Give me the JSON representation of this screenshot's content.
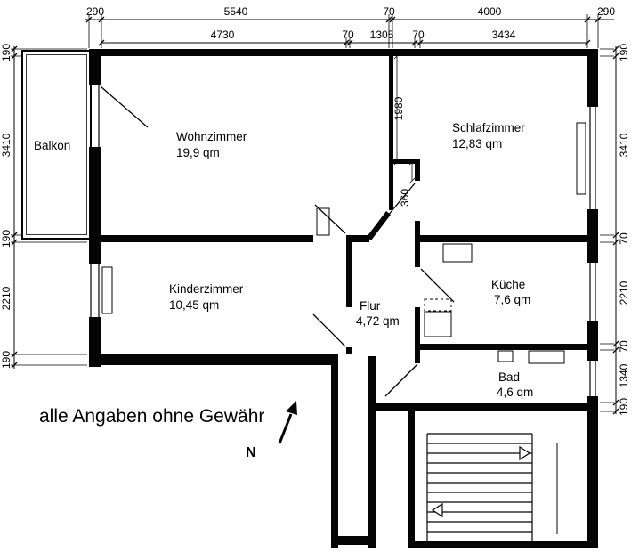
{
  "rooms": {
    "balkon": {
      "name": "Balkon"
    },
    "wohnzimmer": {
      "name": "Wohnzimmer",
      "area": "19,9 qm"
    },
    "schlafzimmer": {
      "name": "Schlafzimmer",
      "area": "12,83 qm"
    },
    "kinderzimmer": {
      "name": "Kinderzimmer",
      "area": "10,45 qm"
    },
    "flur": {
      "name": "Flur",
      "area": "4,72 qm"
    },
    "kueche": {
      "name": "Küche",
      "area": "7,6 qm"
    },
    "bad": {
      "name": "Bad",
      "area": "4,6 qm"
    }
  },
  "dims": {
    "top1": [
      "290",
      "5540",
      "70",
      "4000",
      "290"
    ],
    "top2": [
      "4730",
      "70",
      "1305",
      "70",
      "3434"
    ],
    "left": [
      "190",
      "3410",
      "190",
      "2210",
      "190"
    ],
    "right": [
      "190",
      "3410",
      "70",
      "2210",
      "70",
      "1340",
      "190"
    ],
    "inner": {
      "wall": "1980",
      "jamb": "360"
    }
  },
  "notes": {
    "disclaimer": "alle Angaben ohne Gewähr",
    "north": "N"
  },
  "colors": {
    "wall": "#050505",
    "background": "#ffffff"
  }
}
